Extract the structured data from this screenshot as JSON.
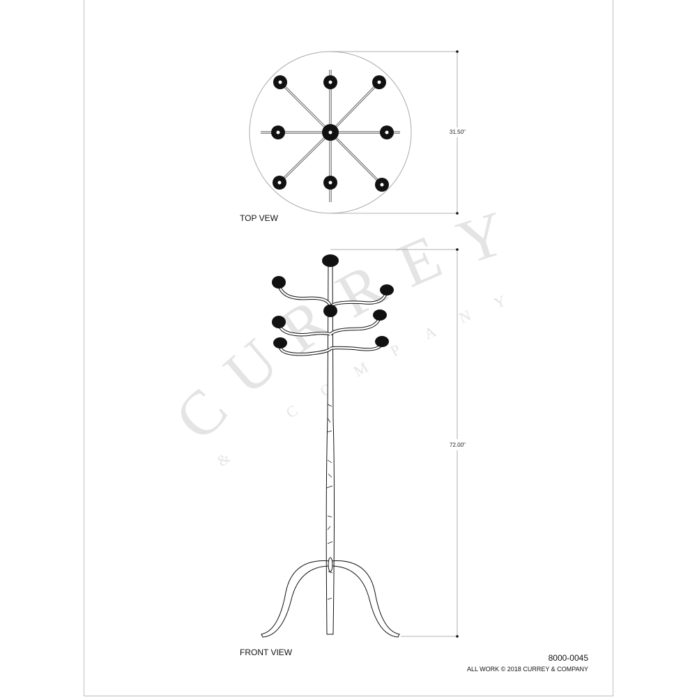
{
  "views": {
    "top": {
      "label": "TOP VEW",
      "dimension": "31.50\""
    },
    "front": {
      "label": "FRONT VIEW",
      "dimension": "72.00\""
    }
  },
  "footer": {
    "sku": "8000-0045",
    "copyright": "ALL WORK © 2018 CURREY & COMPANY"
  },
  "watermark": {
    "brand": "CURREY",
    "sub": "& COMPANY"
  }
}
